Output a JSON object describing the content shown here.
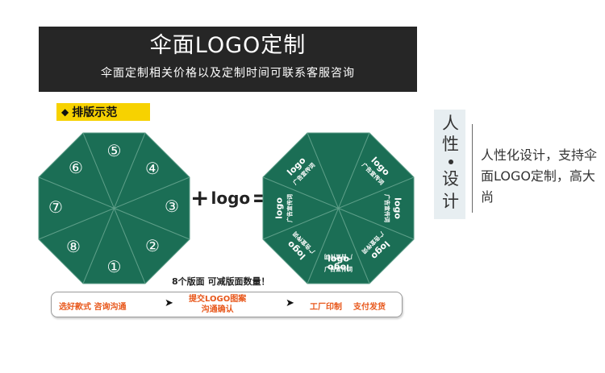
{
  "banner": {
    "title": "伞面LOGO定制",
    "subtitle": "伞面定制相关价格以及定制时间可联系客服咨询"
  },
  "section": {
    "icon": "diamond-icon",
    "label": "排版示范"
  },
  "left_umbrella": {
    "panel_numbers": [
      "①",
      "②",
      "③",
      "④",
      "⑤",
      "⑥",
      "⑦",
      "⑧"
    ]
  },
  "operators": {
    "plus": "+",
    "logo": "logo",
    "equals": "="
  },
  "right_umbrella": {
    "logo_text": "logo",
    "ad_text": "广告宣传词"
  },
  "note": "8个版面 可减版面数量！",
  "flow": {
    "step1": "选好款式 咨询沟通",
    "step2_line1": "提交LOGO图案",
    "step2_line2": "沟通确认",
    "step3": "工厂印制",
    "step4": "支付发货",
    "arrow": "➤"
  },
  "side": {
    "chars": [
      "人",
      "性",
      "设",
      "计"
    ],
    "text": "人性化设计，支持伞面LOGO定制，高大尚"
  },
  "colors": {
    "umbrella_green": "#1b6e55",
    "banner_bg": "#262626",
    "tag_yellow": "#f7d200",
    "flow_orange": "#e8581c"
  }
}
